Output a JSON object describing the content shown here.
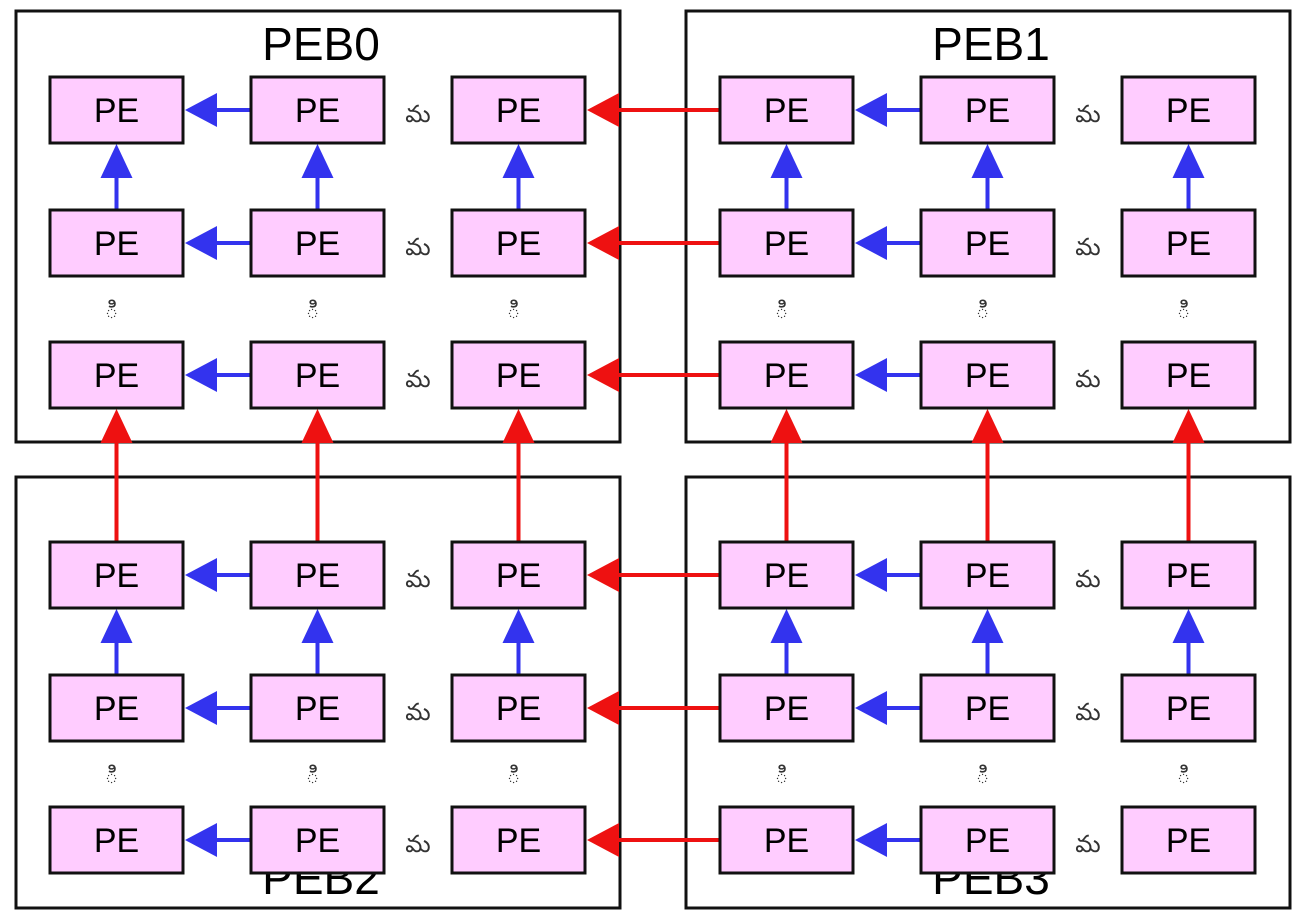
{
  "colors": {
    "pe_fill": "#ffccff",
    "pe_stroke": "#111111",
    "block_stroke": "#111111",
    "intra_arrow": "#3333ee",
    "inter_arrow": "#ee1111",
    "ellipsis": "#333333"
  },
  "pe_label": "PE",
  "ellipsis_horizontal": "మ",
  "ellipsis_vertical": "ి",
  "blocks": [
    {
      "name": "PEB0",
      "title_position": "top"
    },
    {
      "name": "PEB1",
      "title_position": "top"
    },
    {
      "name": "PEB2",
      "title_position": "bottom"
    },
    {
      "name": "PEB3",
      "title_position": "bottom"
    }
  ]
}
